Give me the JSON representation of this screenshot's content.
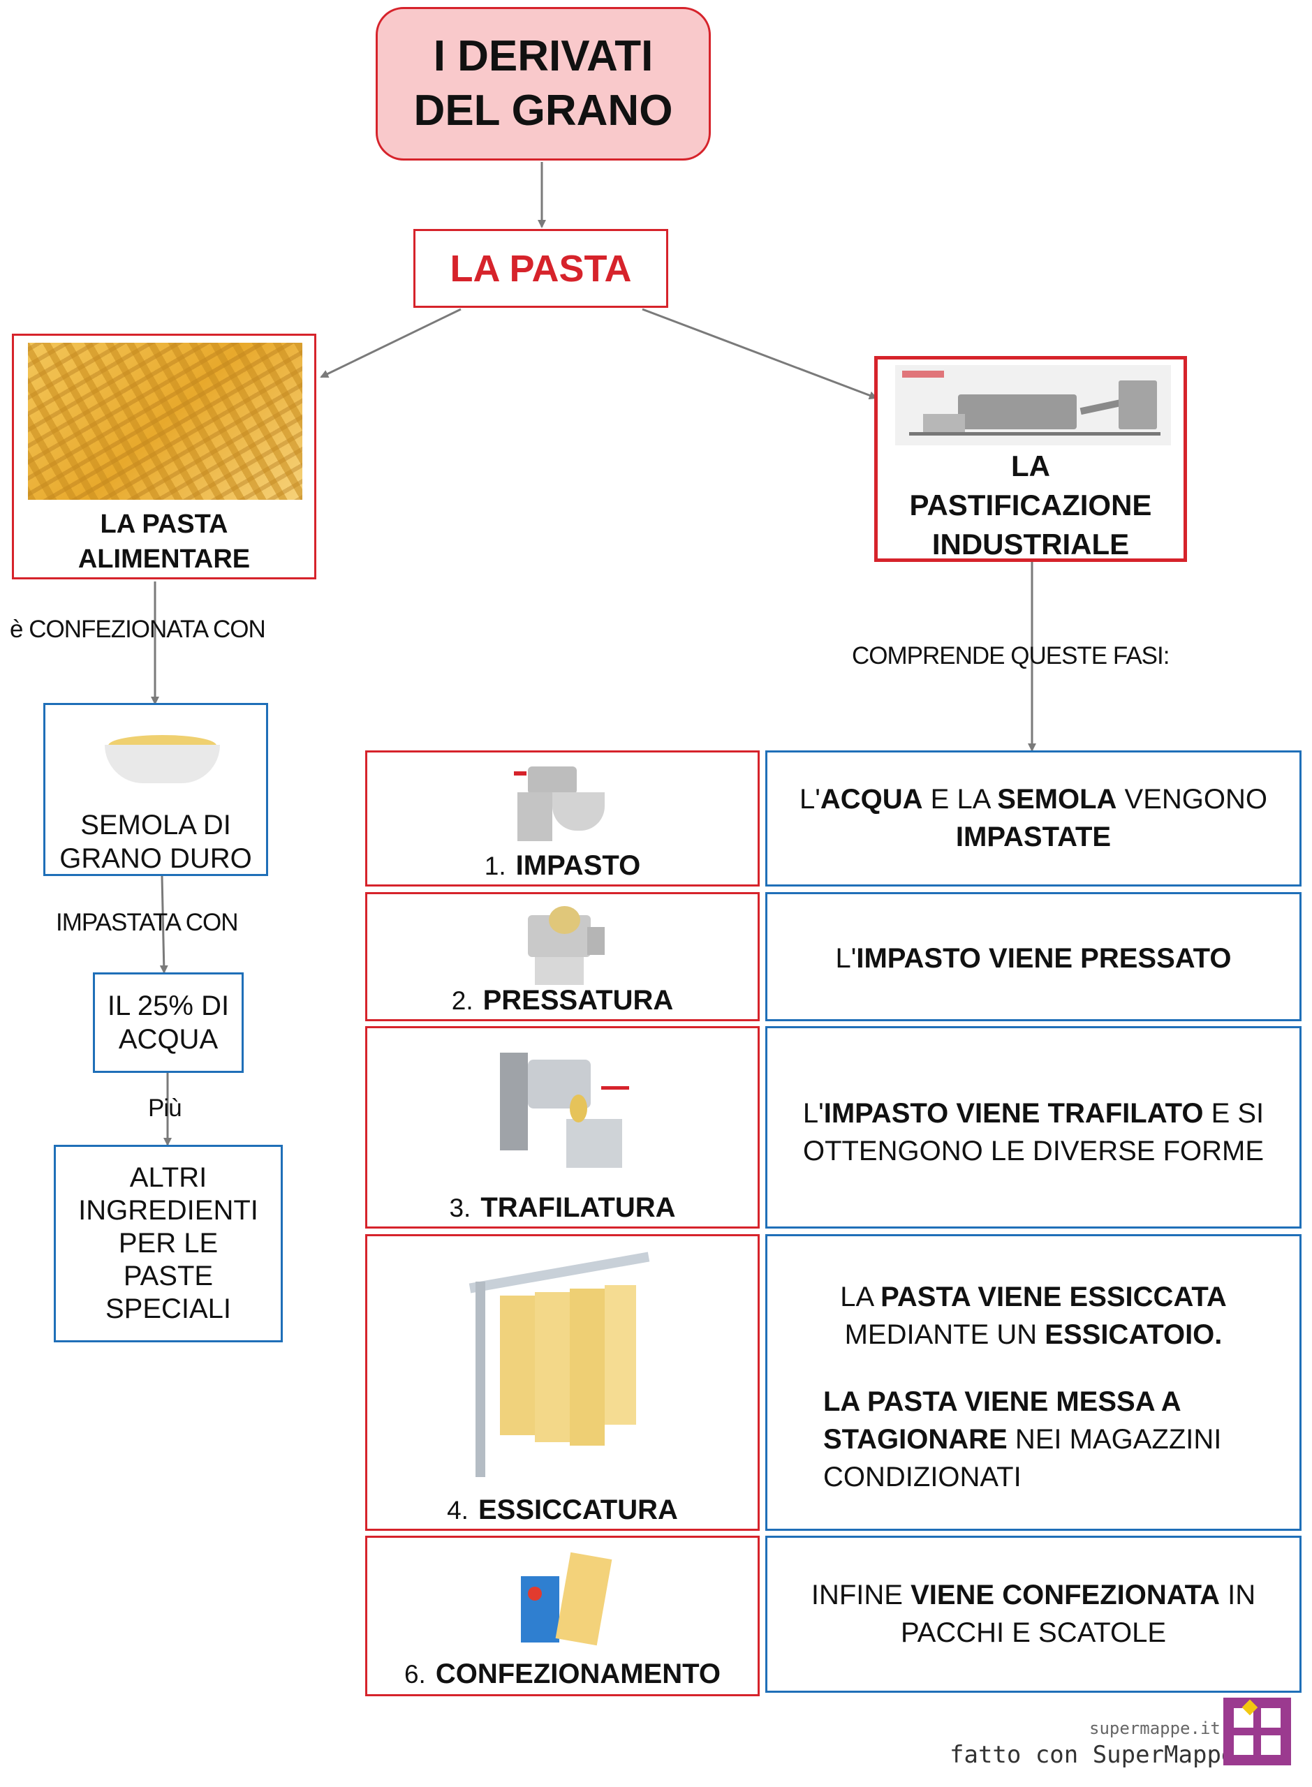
{
  "title": {
    "line1": "I DERIVATI",
    "line2": "DEL GRANO"
  },
  "pasta": "LA PASTA",
  "pasta_alimentare": {
    "line1": "LA  PASTA",
    "line2": "ALIMENTARE"
  },
  "pastificazione": {
    "line1": "LA",
    "line2": "PASTIFICAZIONE",
    "line3": "INDUSTRIALE"
  },
  "links": {
    "confezionata_con": "è CONFEZIONATA CON",
    "impastata_con": "IMPASTATA CON",
    "piu": "Più",
    "comprende": "COMPRENDE QUESTE FASI:"
  },
  "semola": {
    "line1": "SEMOLA DI",
    "line2": "GRANO DURO"
  },
  "acqua": {
    "line1": "IL 25% DI",
    "line2": "ACQUA"
  },
  "altri": {
    "line1": "ALTRI",
    "line2": "INGREDIENTI",
    "line3": "PER LE",
    "line4": "PASTE",
    "line5": "SPECIALI"
  },
  "steps": [
    {
      "num": "1.",
      "name": "IMPASTO"
    },
    {
      "num": "2.",
      "name": "PRESSATURA"
    },
    {
      "num": "3.",
      "name": "TRAFILATURA"
    },
    {
      "num": "4.",
      "name": "ESSICCATURA"
    },
    {
      "num": "6.",
      "name": "CONFEZIONAMENTO"
    }
  ],
  "descs": {
    "d1": {
      "a": "L'",
      "b": "ACQUA",
      "c": " E LA ",
      "d": "SEMOLA",
      "e": " VENGONO",
      "f": "IMPASTATE"
    },
    "d2": {
      "a": "L'",
      "b": "IMPASTO  VIENE  PRESSATO"
    },
    "d3": {
      "a": "L'",
      "b": "IMPASTO  VIENE  TRAFILATO",
      "c": " E SI",
      "d": "OTTENGONO LE DIVERSE FORME"
    },
    "d4": {
      "a": "LA ",
      "b": "PASTA  VIENE  ESSICCATA",
      "c": "MEDIANTE UN ",
      "d": "ESSICATOIO.",
      "e": "LA  PASTA  VIENE  MESSA  A",
      "f": "STAGIONARE",
      "g": " NEI MAGAZZINI",
      "h": "CONDIZIONATI"
    },
    "d5": {
      "a": "INFINE ",
      "b": "VIENE  CONFEZIONATA",
      "c": " IN",
      "d": "PACCHI E SCATOLE"
    }
  },
  "footer": {
    "site": "supermappe.it",
    "made_with": "fatto con SuperMappe"
  },
  "colors": {
    "red": "#d6232b",
    "blue": "#1f6fb8",
    "title_fill": "#f9c9cb",
    "arrow": "#7a7a7a",
    "logo": "#9b3a8f"
  }
}
